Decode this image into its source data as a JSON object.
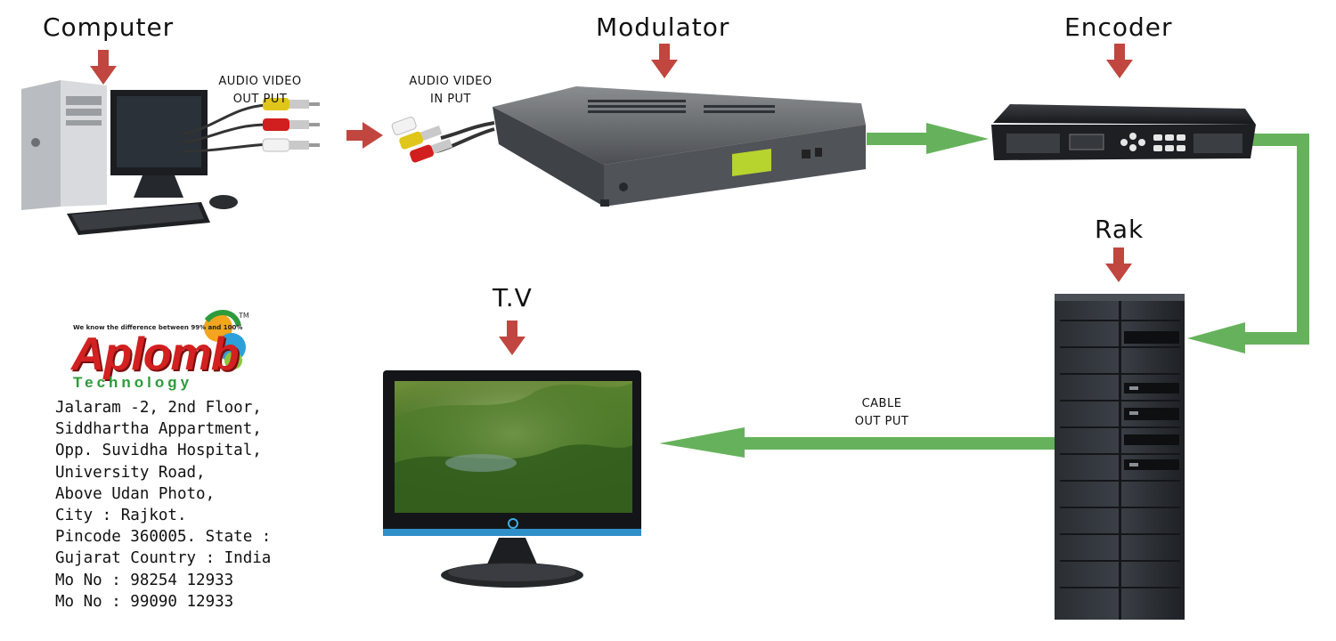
{
  "nodes": {
    "computer": "Computer",
    "modulator": "Modulator",
    "encoder": "Encoder",
    "rak": "Rak",
    "tv": "T.V"
  },
  "labels": {
    "av_out_line1": "AUDIO VIDEO",
    "av_out_line2": "OUT PUT",
    "av_in_line1": "AUDIO VIDEO",
    "av_in_line2": "IN PUT",
    "cable_line1": "CABLE",
    "cable_line2": "OUT PUT"
  },
  "logo": {
    "tagline": "We know the difference between 99% and 100%",
    "name": "Aplomb",
    "sub": "Technology",
    "tm": "TM"
  },
  "address": [
    "Jalaram -2, 2nd Floor,",
    "Siddhartha Appartment,",
    "Opp. Suvidha Hospital,",
    "University Road,",
    "Above Udan Photo,",
    "City : Rajkot.",
    "Pincode 360005. State :",
    "Gujarat Country : India",
    "Mo No : 98254 12933",
    "Mo No : 99090 12933"
  ],
  "colors": {
    "red_arrow": "#c0463f",
    "green_arrow": "#66b25c",
    "logo_red": "#d32020",
    "logo_green": "#2d9b3a"
  }
}
